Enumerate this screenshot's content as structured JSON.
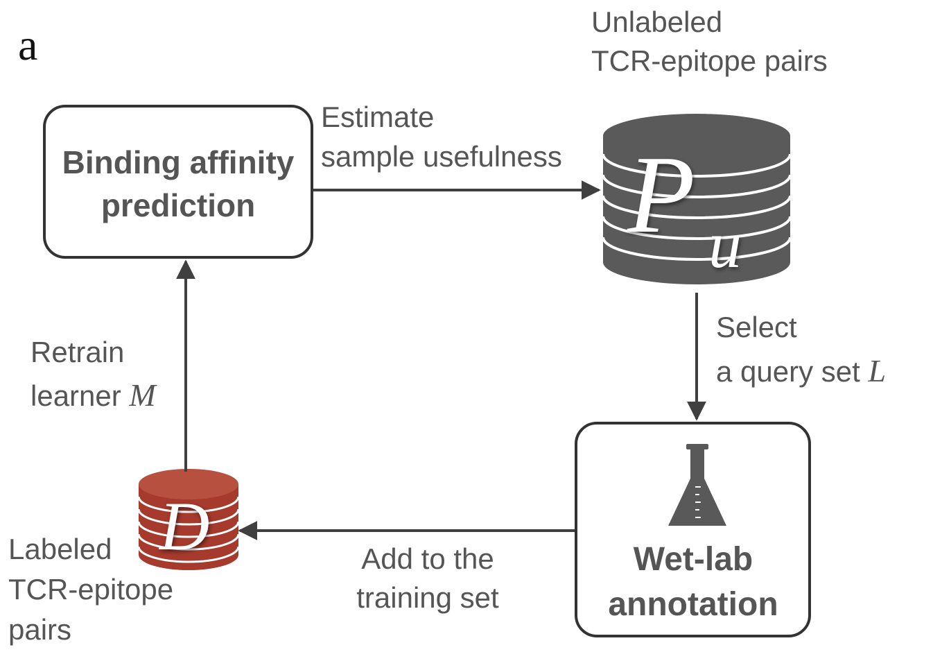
{
  "panel_label": "a",
  "nodes": {
    "binding": {
      "line1": "Binding affinity",
      "line2": "prediction"
    },
    "wetlab": {
      "line1": "Wet-lab",
      "line2": "annotation"
    },
    "unlabeled_db": {
      "caption_line1": "Unlabeled",
      "caption_line2": "TCR-epitope pairs",
      "symbol": "P",
      "subscript": "u",
      "color": "#5a5a5a"
    },
    "labeled_db": {
      "caption_line1": "Labeled",
      "caption_line2": "TCR-epitope",
      "caption_line3": "pairs",
      "symbol": "D",
      "color": "#a63a2c"
    }
  },
  "edges": {
    "estimate": {
      "line1": "Estimate",
      "line2": "sample usefulness"
    },
    "select": {
      "line1": "Select",
      "line2": "a query set ",
      "symbol": "L"
    },
    "add": {
      "line1": "Add to the",
      "line2": "training set"
    },
    "retrain": {
      "line1": "Retrain",
      "line2": "learner ",
      "symbol": "M"
    }
  },
  "icons": {
    "wetlab_icon": "flask-icon"
  }
}
